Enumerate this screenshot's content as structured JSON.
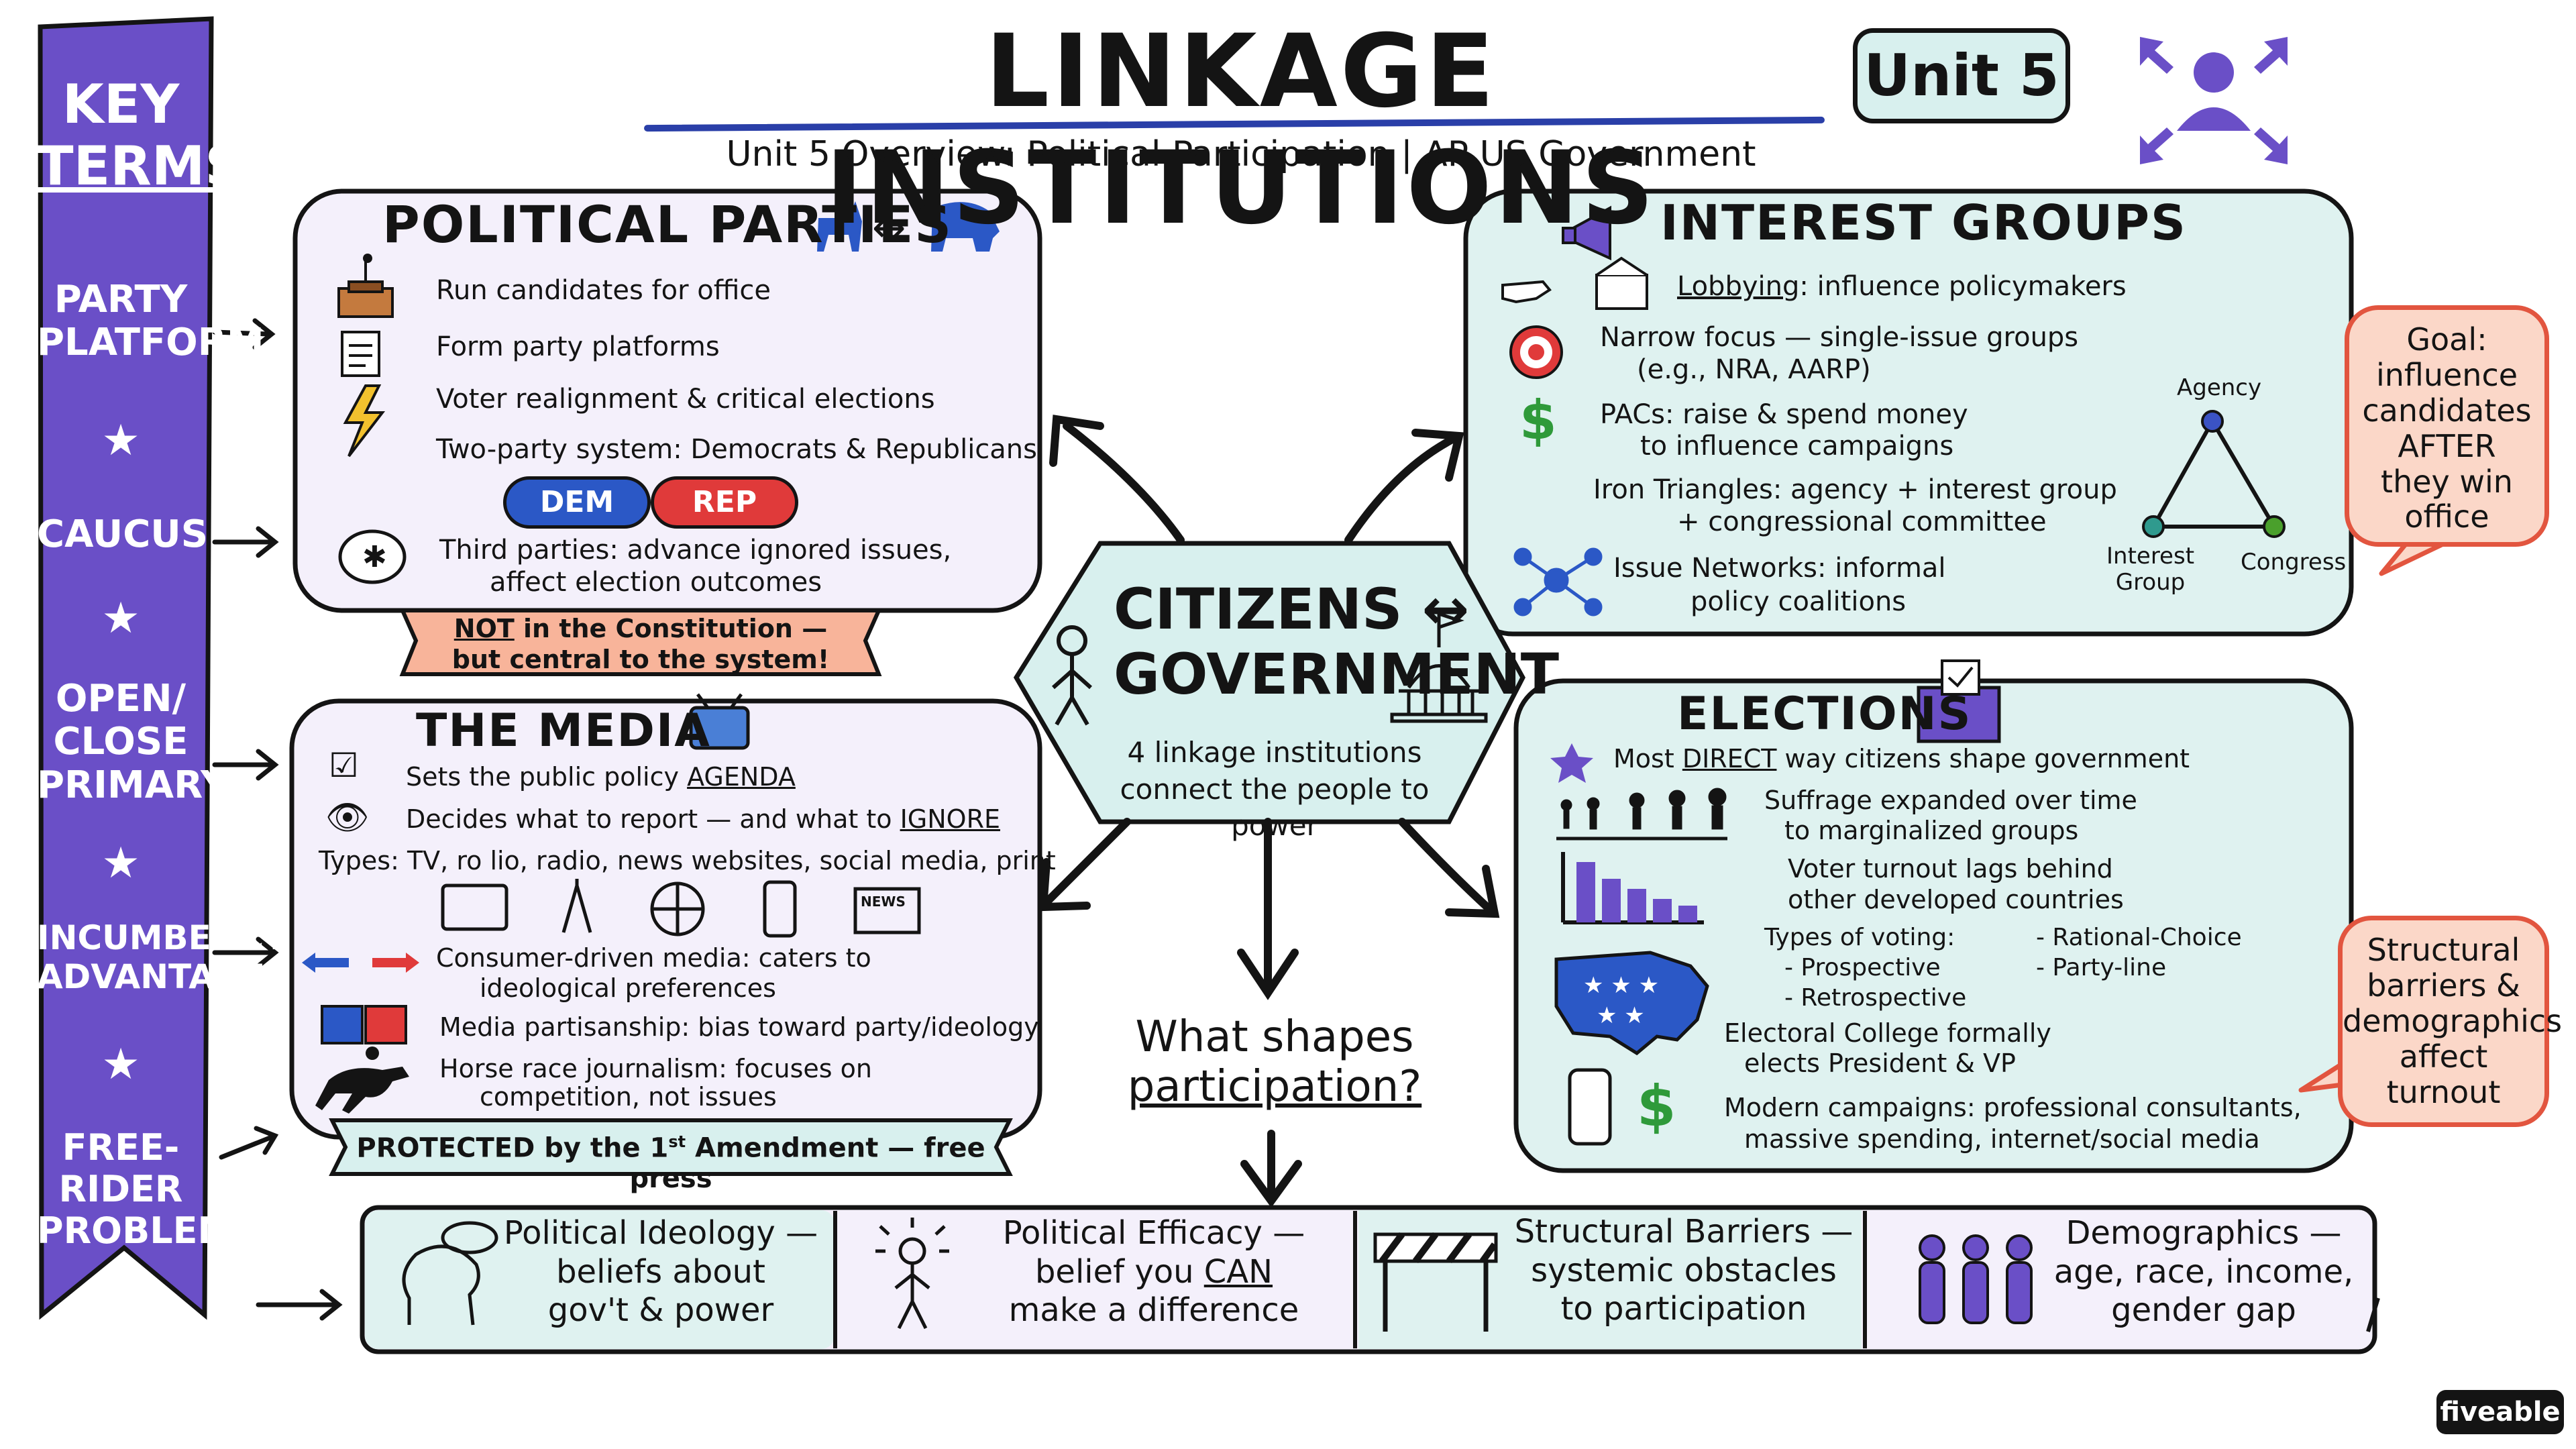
{
  "header": {
    "title": "LINKAGE INSTITUTIONS",
    "unit_badge": "Unit 5",
    "subtitle": "Unit 5 Overview: Political Participation | AP US Government"
  },
  "sidebar": {
    "heading_line1": "KEY",
    "heading_line2": "TERMS",
    "terms": [
      {
        "line1": "PARTY",
        "line2": "PLATFORM"
      },
      {
        "line1": "CAUCUS",
        "line2": ""
      },
      {
        "line1": "OPEN/",
        "line2": "CLOSE",
        "line3": "PRIMARY"
      },
      {
        "line1": "INCUMBENCY",
        "line2": "ADVANTAGE"
      },
      {
        "line1": "FREE-RIDER",
        "line2": "PROBLEM"
      }
    ],
    "star": "★"
  },
  "center": {
    "title_line1": "CITIZENS ↔",
    "title_line2": "GOVERNMENT",
    "caption_line1": "4 linkage institutions",
    "caption_line2": "connect the people to power",
    "question_line1": "What shapes",
    "question_line2": "participation?"
  },
  "parties": {
    "title": "POLITICAL PARTIES",
    "arrow": "↔",
    "items": [
      "Run candidates for office",
      "Form party platforms",
      "Voter realignment & critical elections",
      "Two-party system: Democrats & Republicans"
    ],
    "dem": "DEM",
    "rep": "REP",
    "third_line1": "Third parties: advance ignored issues,",
    "third_line2": "affect election outcomes",
    "banner_not": "NOT",
    "banner_line1_rest": " in the Constitution —",
    "banner_line2": "but central to the system!"
  },
  "media": {
    "title": "THE MEDIA",
    "agenda_pre": "Sets the public policy ",
    "agenda_hl": "AGENDA",
    "ignore_pre": "Decides what to report — and what to ",
    "ignore_hl": "IGNORE",
    "types": "Types: TV, ro lio, radio, news websites, social media, print",
    "news_icon_label": "NEWS",
    "consumer_line1": "Consumer-driven media: caters to",
    "consumer_line2": "ideological preferences",
    "partisanship": "Media partisanship: bias toward party/ideology",
    "horse_line1": "Horse race journalism: focuses on",
    "horse_line2": "competition, not issues",
    "banner_pre": "PROTECTED by the 1",
    "banner_sup": "st",
    "banner_post": " Amendment — free press"
  },
  "interest": {
    "title": "INTEREST GROUPS",
    "lobbying_hl": "Lobbying",
    "lobbying_rest": ": influence policymakers",
    "narrow_line1": "Narrow focus — single-issue groups",
    "narrow_line2": "(e.g., NRA, AARP)",
    "pacs_line1": "PACs: raise & spend money",
    "pacs_line2": "to influence campaigns",
    "iron_line1": "Iron Triangles: agency + interest group",
    "iron_line2": "+ congressional committee",
    "issue_line1": "Issue Networks: informal",
    "issue_line2": "policy coalitions",
    "triangle": {
      "agency": "Agency",
      "interest_line1": "Interest",
      "interest_line2": "Group",
      "congress": "Congress",
      "colors": {
        "agency": "#3b53c4",
        "interest": "#2f9a8e",
        "congress": "#4aa02c"
      }
    },
    "goal": [
      "Goal:",
      "influence",
      "candidates",
      "AFTER",
      "they win",
      "office"
    ]
  },
  "elections": {
    "title": "ELECTIONS",
    "direct_pre": "Most ",
    "direct_hl": "DIRECT",
    "direct_post": " way citizens shape government",
    "suffrage_line1": "Suffrage expanded over time",
    "suffrage_line2": "to marginalized groups",
    "turnout_line1": "Voter turnout lags behind",
    "turnout_line2": "other developed countries",
    "types_label": "Types of voting:",
    "types_col1": [
      "- Prospective",
      "- Retrospective"
    ],
    "types_col2": [
      "- Rational-Choice",
      "- Party-line"
    ],
    "ec_line1": "Electoral College formally",
    "ec_line2": "elects President & VP",
    "modern_line1": "Modern campaigns: professional consultants,",
    "modern_line2": "massive spending, internet/social media",
    "barrier_note": [
      "Structural",
      "barriers &",
      "demographics",
      "affect",
      "turnout"
    ]
  },
  "bottom": [
    {
      "line1": "Political Ideology —",
      "line2": "beliefs about",
      "line3": "gov't & power"
    },
    {
      "line1": "Political Efficacy —",
      "line2_pre": "belief you ",
      "line2_hl": "CAN",
      "line3": "make a difference"
    },
    {
      "line1": "Structural Barriers —",
      "line2": "systemic obstacles",
      "line3": "to participation"
    },
    {
      "line1": "Demographics —",
      "line2": "age, race, income,",
      "line3": "gender gap"
    }
  ],
  "brand": "fiveable",
  "colors": {
    "purple": "#6a4fc7",
    "teal_bg": "#dff2f0",
    "lavender_bg": "#f4f0fb",
    "red_note": "#e2553f",
    "dem_blue": "#2b58c6",
    "rep_red": "#e03a3a"
  }
}
